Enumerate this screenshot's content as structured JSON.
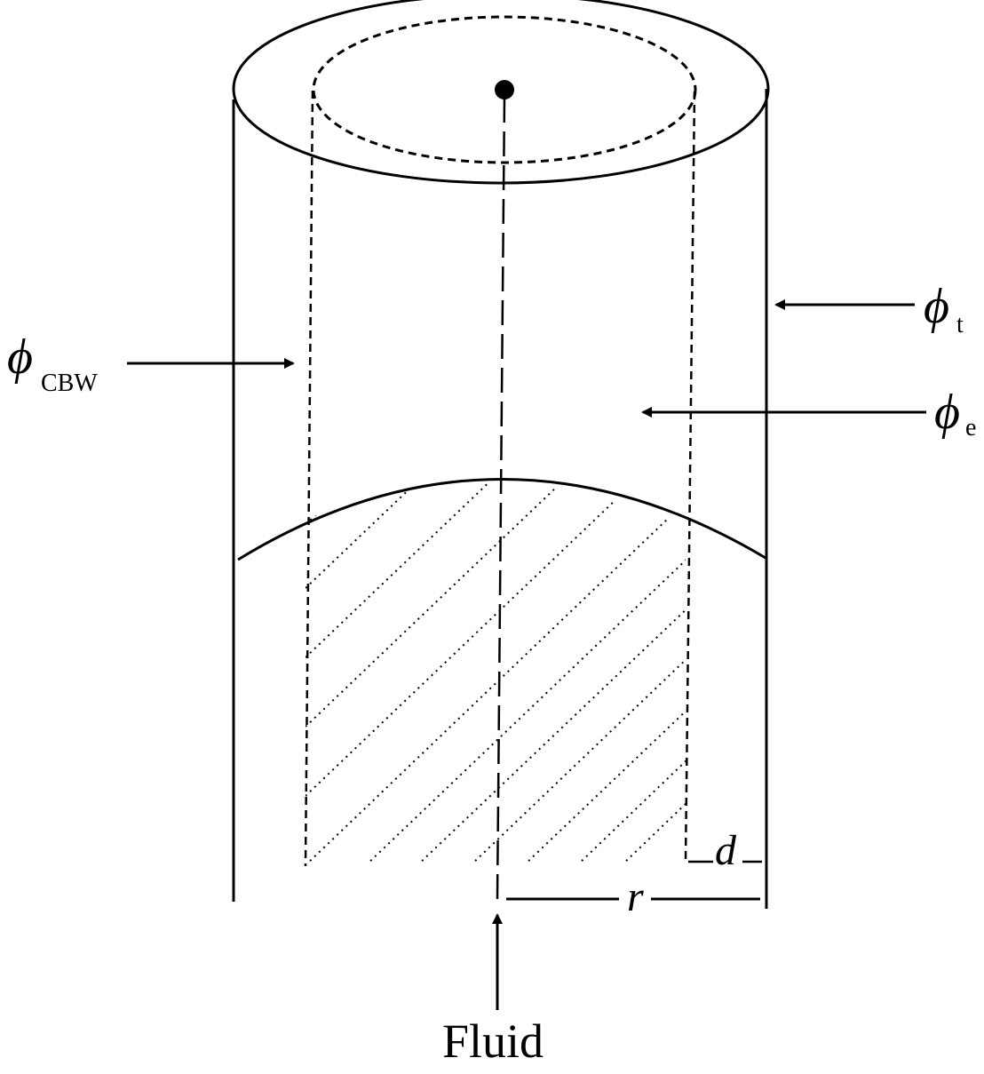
{
  "labels": {
    "phi_symbol": "ϕ",
    "phi_t_sub": "t",
    "phi_e_sub": "e",
    "phi_cbw_sub": "CBW",
    "d": "d",
    "r": "r",
    "fluid": "Fluid"
  },
  "colors": {
    "stroke": "#000000",
    "background": "#ffffff"
  }
}
